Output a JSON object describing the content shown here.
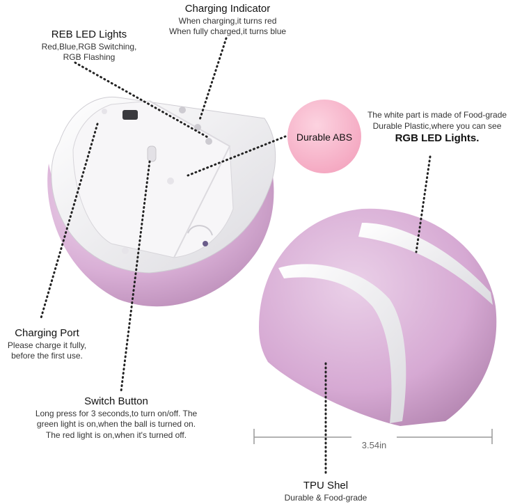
{
  "charging_indicator": {
    "title": "Charging Indicator",
    "line1": "When charging,it turns red",
    "line2": "When fully charged,it turns blue"
  },
  "reb_led": {
    "title": "REB LED Lights",
    "line1": "Red,Blue,RGB Switching,",
    "line2": "RGB Flashing"
  },
  "durable_abs": {
    "label": "Durable ABS",
    "color": "#f7b3c9"
  },
  "white_part": {
    "line1": "The white part is made of Food-grade",
    "line2": "Durable Plastic,where you can see",
    "line3": "RGB LED Lights."
  },
  "charging_port": {
    "title": "Charging Port",
    "line1": "Please charge it fully,",
    "line2": "before the first use."
  },
  "switch_button": {
    "title": "Switch Button",
    "line1": "Long press for 3 seconds,to turn on/off. The",
    "line2": "green light is on,when the ball is turned on.",
    "line3": "The red light is on,when it's turned off."
  },
  "dimension": {
    "label": "3.54in"
  },
  "tpu_shell": {
    "title": "TPU Shel",
    "line1": "Durable & Food-grade"
  },
  "colors": {
    "shell_pink": "#d8aed4",
    "white_body": "#f2f1f3",
    "dot_lines": "#222222"
  }
}
